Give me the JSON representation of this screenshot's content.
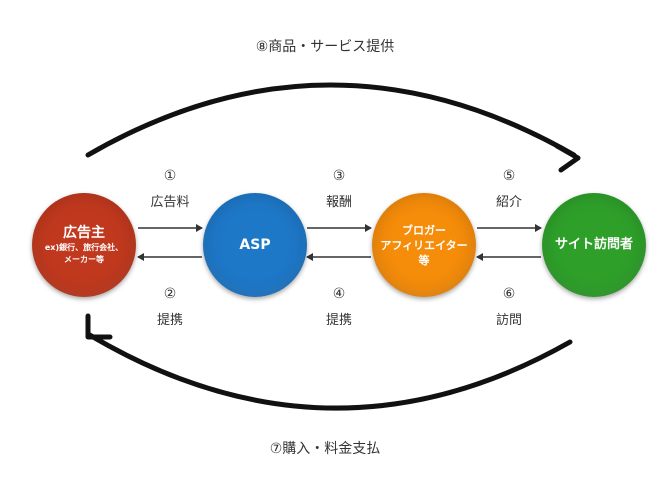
{
  "top_flow": {
    "label": "⑧商品・サービス提供"
  },
  "bottom_flow": {
    "label": "⑦購入・料金支払"
  },
  "nodes": {
    "advertiser": {
      "title": "広告主",
      "sub_line1": "ex)銀行、旅行会社、",
      "sub_line2": "メーカー等",
      "color": "#c0391e"
    },
    "asp": {
      "title": "ASP",
      "color": "#1e78c8"
    },
    "blogger": {
      "line1": "ブロガー",
      "line2": "アフィリエイター",
      "line3": "等",
      "color": "#f58c0a"
    },
    "visitor": {
      "title": "サイト訪問者",
      "color": "#2ea02a"
    }
  },
  "edges": {
    "e1": {
      "num": "①",
      "label": "広告料"
    },
    "e2": {
      "num": "②",
      "label": "提携"
    },
    "e3": {
      "num": "③",
      "label": "報酬"
    },
    "e4": {
      "num": "④",
      "label": "提携"
    },
    "e5": {
      "num": "⑤",
      "label": "紹介"
    },
    "e6": {
      "num": "⑥",
      "label": "訪問"
    }
  }
}
